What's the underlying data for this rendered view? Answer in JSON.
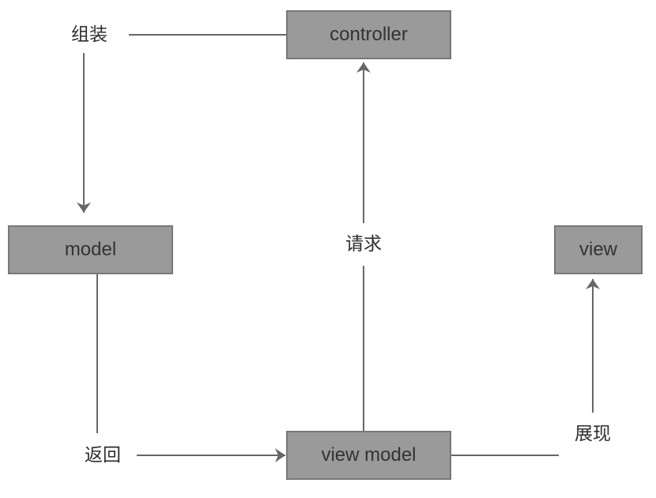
{
  "diagram": {
    "nodes": [
      {
        "id": "controller",
        "label": "controller"
      },
      {
        "id": "model",
        "label": "model"
      },
      {
        "id": "view",
        "label": "view"
      },
      {
        "id": "view-model",
        "label": "view model"
      }
    ],
    "edges": [
      {
        "id": "assemble",
        "from": "controller",
        "to": "model",
        "label": "组装"
      },
      {
        "id": "request",
        "from": "view model",
        "to": "controller",
        "label": "请求"
      },
      {
        "id": "return",
        "from": "model",
        "to": "view model",
        "label": "返回"
      },
      {
        "id": "present",
        "from": "view model",
        "to": "view",
        "label": "展现"
      }
    ],
    "colors": {
      "background": "#ffffff",
      "node_fill": "#9a9a9a",
      "node_border": "#787878",
      "node_text": "#333333",
      "edge_stroke": "#666666",
      "label_text": "#2e2e2e"
    }
  }
}
